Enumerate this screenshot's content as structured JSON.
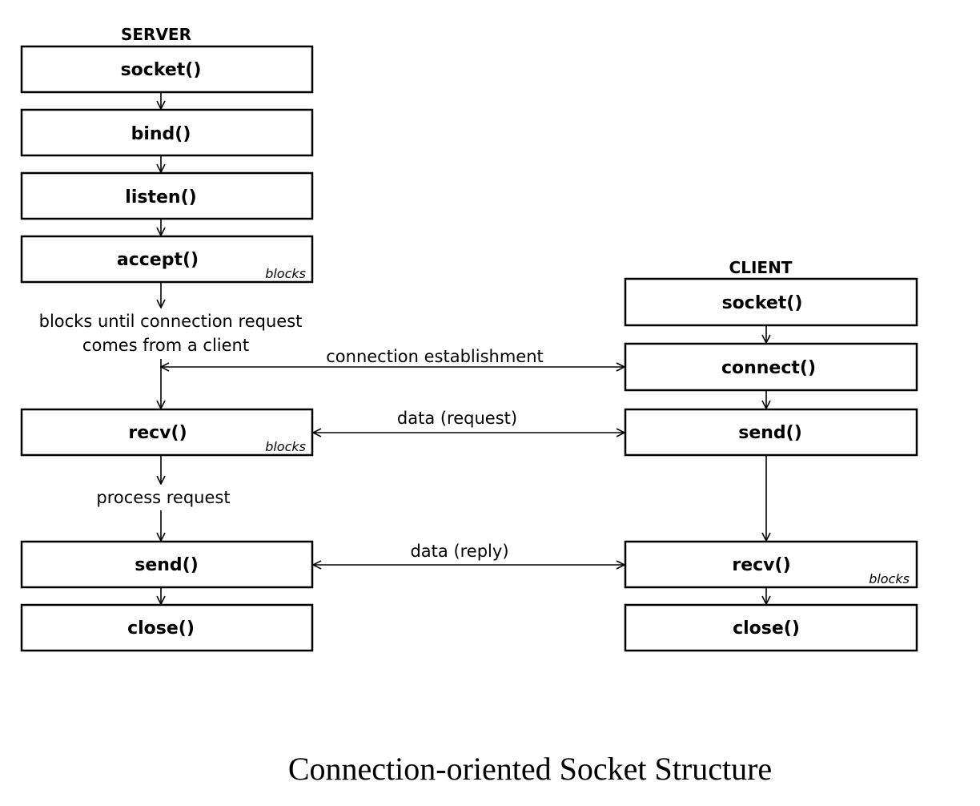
{
  "server": {
    "heading": "SERVER",
    "steps": [
      "socket()",
      "bind()",
      "listen()",
      "accept()",
      "recv()",
      "send()",
      "close()"
    ],
    "accept_note": "blocks",
    "recv_note": "blocks",
    "wait_label_line1": "blocks until connection request",
    "wait_label_line2": "comes from a client",
    "process_label": "process request"
  },
  "client": {
    "heading": "CLIENT",
    "steps": [
      "socket()",
      "connect()",
      "send()",
      "recv()",
      "close()"
    ],
    "recv_note": "blocks"
  },
  "exchanges": {
    "connection": "connection establishment",
    "request": "data (request)",
    "reply": "data (reply)"
  },
  "caption": "Connection-oriented Socket Structure",
  "colors": {
    "stroke": "#000000",
    "background": "#ffffff"
  }
}
